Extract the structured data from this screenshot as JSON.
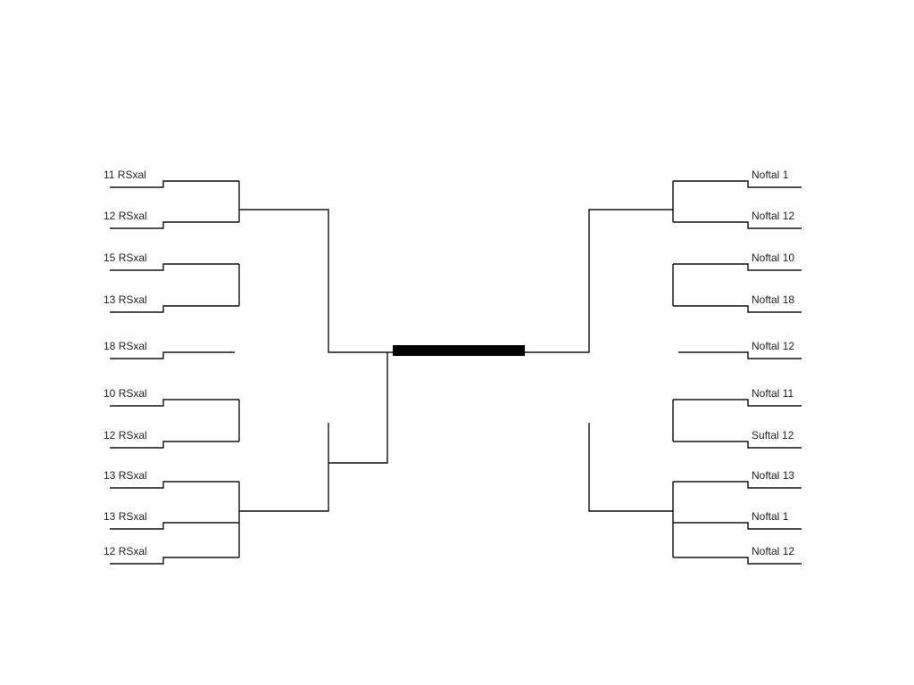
{
  "left": [
    {
      "seed": "11",
      "name": "RSxal"
    },
    {
      "seed": "12",
      "name": "RSxal"
    },
    {
      "seed": "15",
      "name": "RSxal"
    },
    {
      "seed": "13",
      "name": "RSxal"
    },
    {
      "seed": "18",
      "name": "RSxal"
    },
    {
      "seed": "10",
      "name": "RSxal"
    },
    {
      "seed": "12",
      "name": "RSxal"
    },
    {
      "seed": "13",
      "name": "RSxal"
    },
    {
      "seed": "13",
      "name": "RSxal"
    },
    {
      "seed": "12",
      "name": "RSxal"
    }
  ],
  "right": [
    {
      "seed": "1",
      "name": "Noftal"
    },
    {
      "seed": "12",
      "name": "Noftal"
    },
    {
      "seed": "10",
      "name": "Noftal"
    },
    {
      "seed": "18",
      "name": "Noftal"
    },
    {
      "seed": "12",
      "name": "Noftal"
    },
    {
      "seed": "11",
      "name": "Noftal"
    },
    {
      "seed": "12",
      "name": "Suftal"
    },
    {
      "seed": "13",
      "name": "Noftal"
    },
    {
      "seed": "1",
      "name": "Noftal"
    },
    {
      "seed": "12",
      "name": "Noftal"
    }
  ],
  "colors": {
    "line": "#111111",
    "bar": "#000000"
  }
}
